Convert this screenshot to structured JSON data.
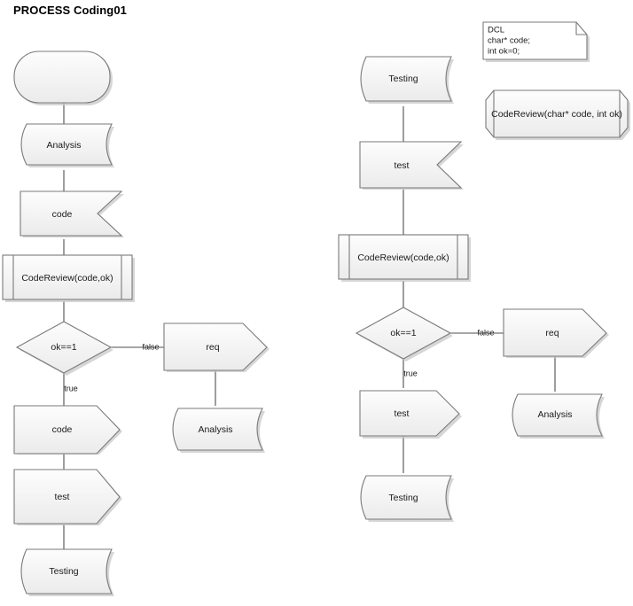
{
  "page": {
    "title": "PROCESS Coding01",
    "background_color": "#ffffff",
    "shape_stroke_color": "#7a7a7a",
    "shape_fill_color": "#f2f2f2",
    "connector_color": "#4f4f4f",
    "text_color": "#1a1a1a"
  },
  "left_flow": {
    "name": "left-flow-column",
    "nodes": [
      {
        "id": "start",
        "label": "",
        "shape": "rounded-terminator"
      },
      {
        "id": "analysis1",
        "label": "Analysis",
        "shape": "cylinder-horizontal"
      },
      {
        "id": "code1",
        "label": "code",
        "shape": "flag-notched"
      },
      {
        "id": "codereview1",
        "label": "CodeReview(code,ok)",
        "shape": "predefined-process"
      },
      {
        "id": "decision1",
        "label": "ok==1",
        "shape": "diamond"
      },
      {
        "id": "code2",
        "label": "code",
        "shape": "arrow-pentagon"
      },
      {
        "id": "test1",
        "label": "test",
        "shape": "arrow-pentagon"
      },
      {
        "id": "testing1",
        "label": "Testing",
        "shape": "cylinder-horizontal"
      }
    ],
    "branch": {
      "false_label": "false",
      "true_label": "true",
      "false_nodes": [
        {
          "id": "req1",
          "label": "req",
          "shape": "arrow-pentagon"
        },
        {
          "id": "analysis2",
          "label": "Analysis",
          "shape": "cylinder-horizontal"
        }
      ]
    }
  },
  "right_flow": {
    "name": "right-flow-column",
    "nodes": [
      {
        "id": "testing2",
        "label": "Testing",
        "shape": "cylinder-horizontal"
      },
      {
        "id": "test2",
        "label": "test",
        "shape": "flag-notched"
      },
      {
        "id": "codereview2",
        "label": "CodeReview(code,ok)",
        "shape": "predefined-process"
      },
      {
        "id": "decision2",
        "label": "ok==1",
        "shape": "diamond"
      },
      {
        "id": "test3",
        "label": "test",
        "shape": "arrow-pentagon"
      },
      {
        "id": "testing3",
        "label": "Testing",
        "shape": "cylinder-horizontal"
      }
    ],
    "branch": {
      "false_label": "false",
      "true_label": "true",
      "false_nodes": [
        {
          "id": "req2",
          "label": "req",
          "shape": "arrow-pentagon"
        },
        {
          "id": "analysis3",
          "label": "Analysis",
          "shape": "cylinder-horizontal"
        }
      ]
    }
  },
  "annotations": {
    "declaration_note": {
      "shape": "note-folded-corner",
      "lines": [
        "DCL",
        "char* code;",
        "int ok=0;"
      ]
    },
    "signature_box": {
      "shape": "predefined-process-chamfered",
      "label": "CodeReview(char* code, int ok)"
    }
  }
}
